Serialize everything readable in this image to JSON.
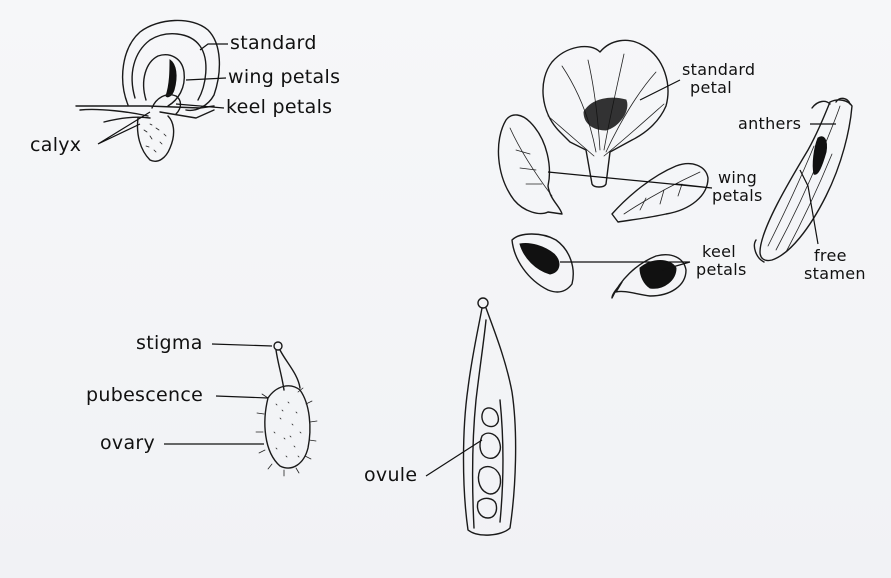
{
  "labels": {
    "standard": "standard",
    "wing_petals": "wing petals",
    "keel_petals": "keel petals",
    "calyx": "calyx",
    "standard_petal_line1": "standard",
    "standard_petal_line2": "petal",
    "anthers": "anthers",
    "wing_line1": "wing",
    "wing_line2": "petals",
    "keel_line1": "keel",
    "keel_line2": "petals",
    "free_line1": "free",
    "free_line2": "stamen",
    "stigma": "stigma",
    "pubescence": "pubescence",
    "ovary": "ovary",
    "ovule": "ovule"
  }
}
